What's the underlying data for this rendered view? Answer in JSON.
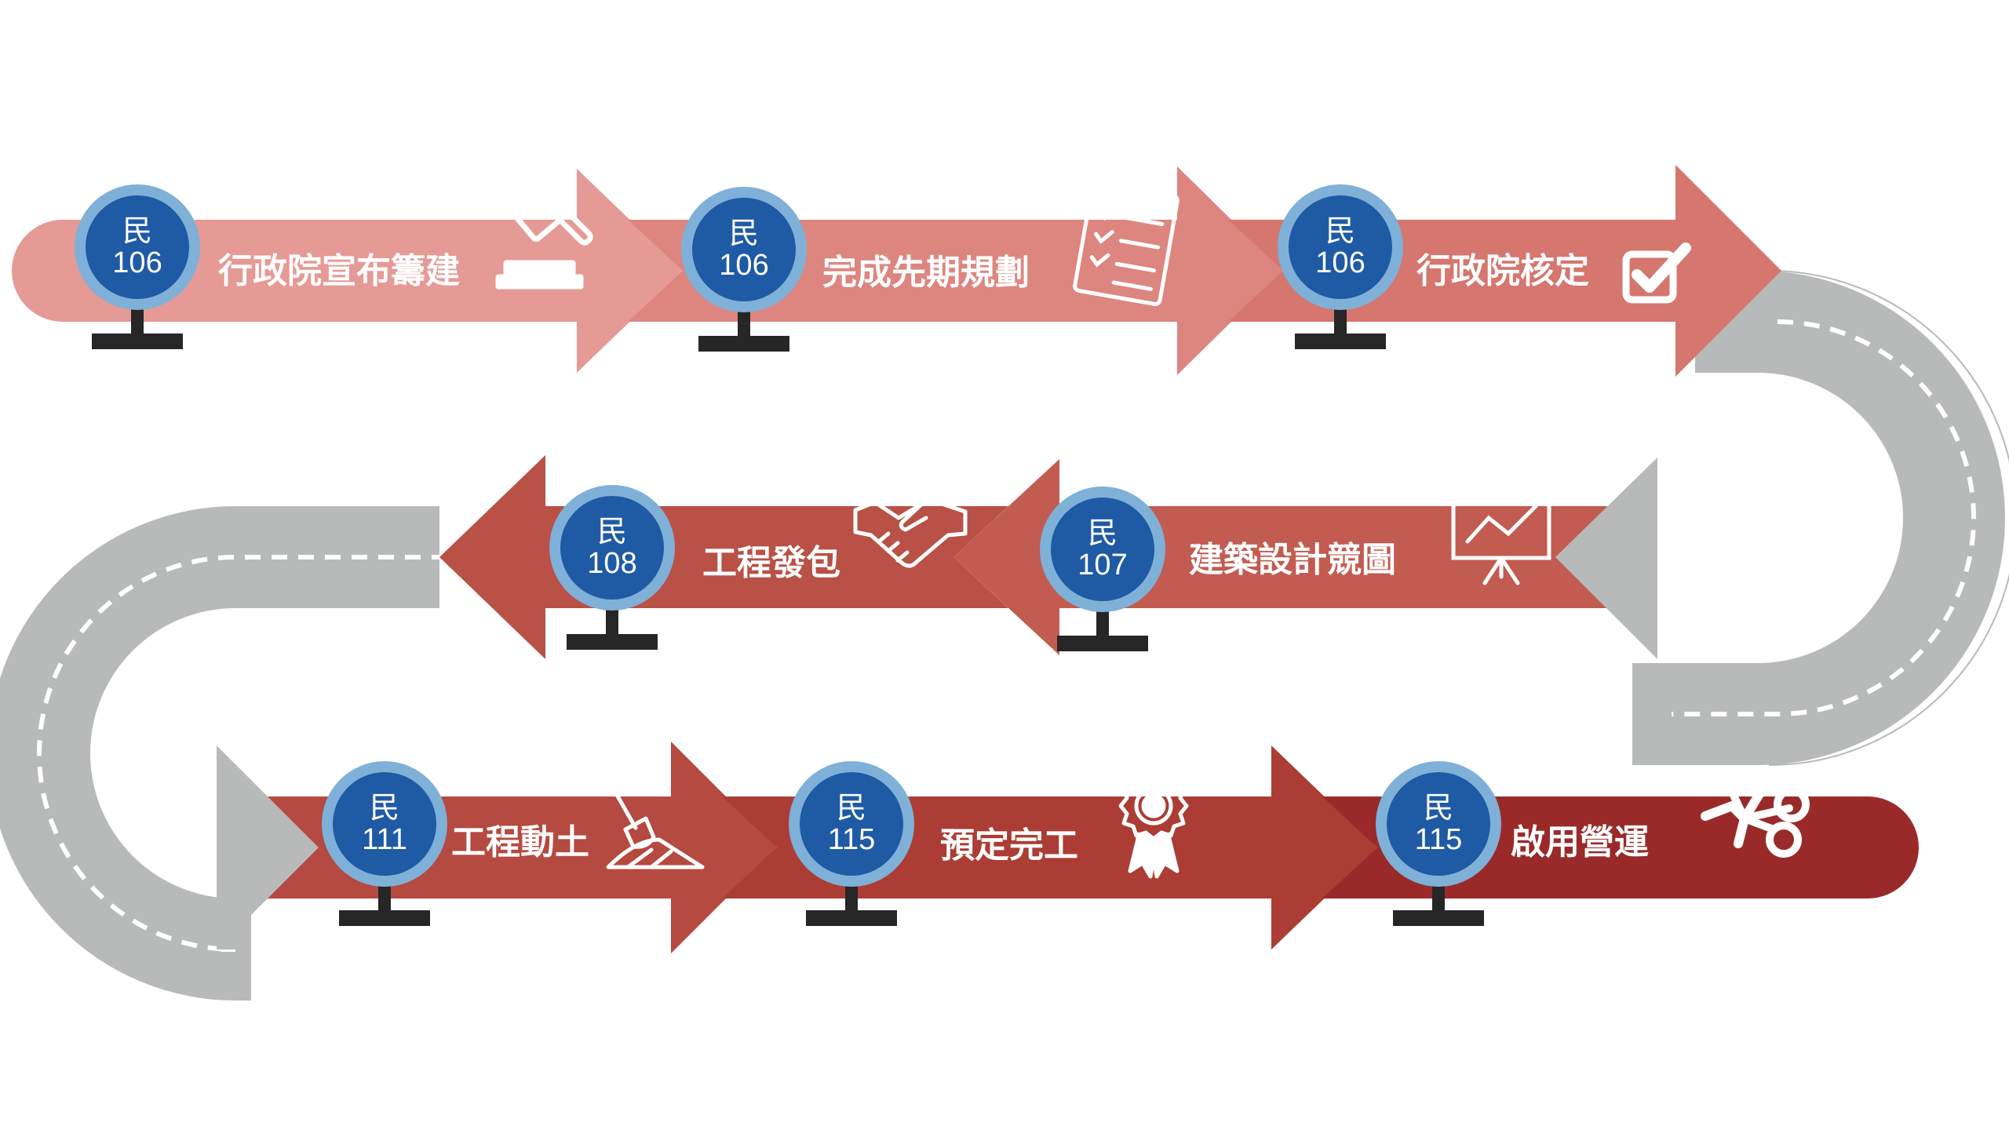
{
  "milestones": [
    {
      "era": "民",
      "year": "106",
      "label": "行政院宣布籌建",
      "icon": "gavel-icon"
    },
    {
      "era": "民",
      "year": "106",
      "label": "完成先期規劃",
      "icon": "clipboard-checklist-icon"
    },
    {
      "era": "民",
      "year": "106",
      "label": "行政院核定",
      "icon": "checkbox-icon"
    },
    {
      "era": "民",
      "year": "107",
      "label": "建築設計競圖",
      "icon": "presentation-board-icon"
    },
    {
      "era": "民",
      "year": "108",
      "label": "工程發包",
      "icon": "handshake-icon"
    },
    {
      "era": "民",
      "year": "111",
      "label": "工程動土",
      "icon": "shovel-icon"
    },
    {
      "era": "民",
      "year": "115",
      "label": "預定完工",
      "icon": "award-ribbon-icon"
    },
    {
      "era": "民",
      "year": "115",
      "label": "啟用營運",
      "icon": "ribbon-cutting-scissors-icon"
    }
  ],
  "colors": {
    "row1": [
      "#e59a96",
      "#dd8680",
      "#d5766f"
    ],
    "row2": [
      "#c25c51",
      "#b95146"
    ],
    "row3": [
      "#b54a40",
      "#ab3d34",
      "#9a2a2a"
    ],
    "road": "#b8b9b9",
    "badge_fill": "#1f5aa5",
    "badge_ring": "#7fb0d8",
    "stand": "#262626"
  }
}
